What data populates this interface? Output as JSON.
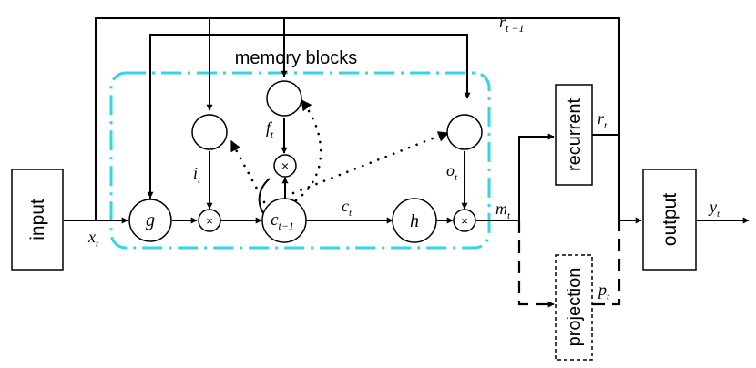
{
  "labels": {
    "memory_blocks": "memory blocks",
    "input": "input",
    "output": "output",
    "recurrent": "recurrent",
    "projection": "projection",
    "g": "g",
    "h": "h",
    "mult": "×"
  },
  "vars": {
    "x": {
      "base": "x",
      "sub": "t"
    },
    "i": {
      "base": "i",
      "sub": "t"
    },
    "f": {
      "base": "f",
      "sub": "t"
    },
    "o": {
      "base": "o",
      "sub": "t"
    },
    "c": {
      "base": "c",
      "sub": "t"
    },
    "c_prev": {
      "base": "c",
      "sub": "t−1"
    },
    "m": {
      "base": "m",
      "sub": "t"
    },
    "r": {
      "base": "r",
      "sub": "t"
    },
    "r_prev": {
      "base": "r",
      "sub": "t −1"
    },
    "p": {
      "base": "p",
      "sub": "t"
    },
    "y": {
      "base": "y",
      "sub": "t"
    }
  },
  "colors": {
    "memory_block_border": "#33d6e6",
    "line": "#000000"
  }
}
